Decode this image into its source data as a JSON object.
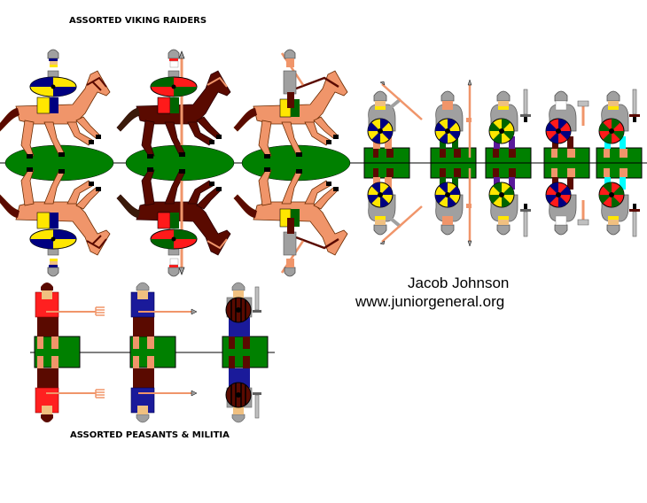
{
  "sheet": {
    "title_top": "ASSORTED VIKING RAIDERS",
    "title_bottom": "ASSORTED PEASANTS & MILITIA",
    "author": "Jacob Johnson",
    "website": "www.juniorgeneral.org"
  },
  "colors": {
    "base_green": "#008000",
    "fold_line": "#000000",
    "horse_tan": "#f0956a",
    "horse_brown": "#5a0a00",
    "mail_grey": "#a0a0a0",
    "shield_yellow": "#ffe600",
    "shield_blue": "#000080",
    "shield_red": "#ff1a1a",
    "shield_green": "#006400",
    "peasant_red": "#ff2020",
    "militia_blue": "#1a1a9a",
    "cyan_trousers": "#00ffff",
    "purple_trousers": "#5a1a9a"
  },
  "figures": {
    "cavalry": [
      {
        "name": "viking-horseman-yellow-blue-shield",
        "horse": "tan",
        "shield": [
          "yellow",
          "blue"
        ]
      },
      {
        "name": "viking-horseman-red-green-shield-spear",
        "horse": "brown",
        "shield": [
          "red",
          "green"
        ]
      },
      {
        "name": "viking-horseman-javelin",
        "horse": "tan",
        "shield": [
          "yellow",
          "green"
        ]
      }
    ],
    "infantry": [
      {
        "name": "viking-spearman-throwing",
        "shield": [
          "yellow",
          "blue"
        ],
        "weapon": "spear"
      },
      {
        "name": "viking-spearman-upright",
        "shield": [
          "yellow",
          "blue"
        ],
        "weapon": "spear"
      },
      {
        "name": "viking-swordsman-green-shield",
        "shield": [
          "yellow",
          "green"
        ],
        "weapon": "sword"
      },
      {
        "name": "viking-axeman-red-blue-shield",
        "shield": [
          "red",
          "blue"
        ],
        "weapon": "axe"
      },
      {
        "name": "viking-swordsman-red-green-shield",
        "shield": [
          "red",
          "green"
        ],
        "weapon": "sword"
      }
    ],
    "peasants": [
      {
        "name": "peasant-pitchfork",
        "tunic": "red",
        "weapon": "pitchfork"
      },
      {
        "name": "militia-spearman",
        "tunic": "blue",
        "weapon": "spear"
      },
      {
        "name": "militia-swordsman-round-shield",
        "tunic": "grey",
        "weapon": "sword"
      }
    ]
  }
}
